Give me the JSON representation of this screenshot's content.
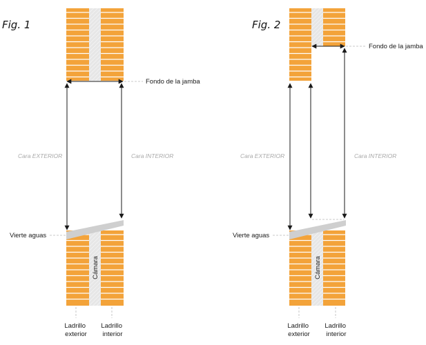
{
  "figures": [
    {
      "title": "Fig. 1",
      "labels": {
        "fondo": "Fondo de la jamba",
        "cara_exterior": "Cara EXTERIOR",
        "cara_interior": "Cara INTERIOR",
        "vierte_aguas": "Vierte aguas",
        "camara": "Cámara",
        "ladrillo_exterior": [
          "Ladrillo",
          "exterior"
        ],
        "ladrillo_interior": [
          "Ladrillo",
          "interior"
        ]
      }
    },
    {
      "title": "Fig. 2",
      "labels": {
        "fondo": "Fondo de la jamba",
        "cara_exterior": "Cara EXTERIOR",
        "cara_interior": "Cara INTERIOR",
        "vierte_aguas": "Vierte aguas",
        "camara": "Cámara",
        "ladrillo_exterior": [
          "Ladrillo",
          "exterior"
        ],
        "ladrillo_interior": [
          "Ladrillo",
          "interior"
        ]
      }
    }
  ],
  "colors": {
    "brick": "#f3a33a",
    "mortar": "#ffffff",
    "chamber": "#e8e8e8",
    "sill": "#cfcfcf",
    "arrow": "#1a1a1a",
    "leader": "#b9b9b9",
    "cara_text": "#a9a9a9"
  }
}
